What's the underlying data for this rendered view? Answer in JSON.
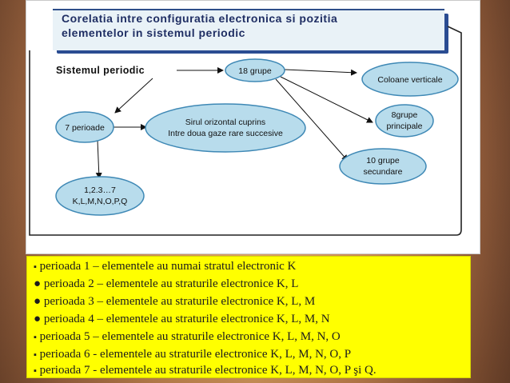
{
  "title": {
    "line1": "Corelatia intre configuratia electronica si pozitia",
    "line2": "elementelor in sistemul periodic"
  },
  "diagram": {
    "root": "Sistemul periodic",
    "groups18": "18 grupe",
    "vertical_columns": "Coloane verticale",
    "main_groups": [
      "8grupe",
      "principale"
    ],
    "secondary_groups": [
      "10 grupe",
      "secundare"
    ],
    "periods7": "7 perioade",
    "horizontal_row": [
      "Sirul orizontal cuprins",
      "Intre doua gaze rare succesive"
    ],
    "period_names": [
      "1,2.3…7",
      "K,L,M,N,O,P,Q"
    ]
  },
  "periods": [
    {
      "bullet": "▪",
      "text": "perioada 1 – elementele au numai stratul electronic K"
    },
    {
      "bullet": "●",
      "text": "perioada 2 – elementele au straturile electronice K, L"
    },
    {
      "bullet": "●",
      "text": "perioada 3 – elementele au straturile electronice K, L, M"
    },
    {
      "bullet": "●",
      "text": "perioada 4 – elementele au straturile electronice K, L, M, N"
    },
    {
      "bullet": "▪",
      "text": " perioada 5 – elementele au straturile electronice K, L, M, N, O"
    },
    {
      "bullet": "▪",
      "text": "perioada 6 - elementele au straturile electronice K, L, M, N, O, P"
    },
    {
      "bullet": "▪",
      "text": "perioada 7 - elementele au straturile electronice K, L, M, N, O, P şi Q."
    }
  ],
  "colors": {
    "ellipse_fill": "#b8dcec",
    "ellipse_stroke": "#3e88b5",
    "title_accent": "#2a4c92",
    "highlight": "#ffff00"
  }
}
